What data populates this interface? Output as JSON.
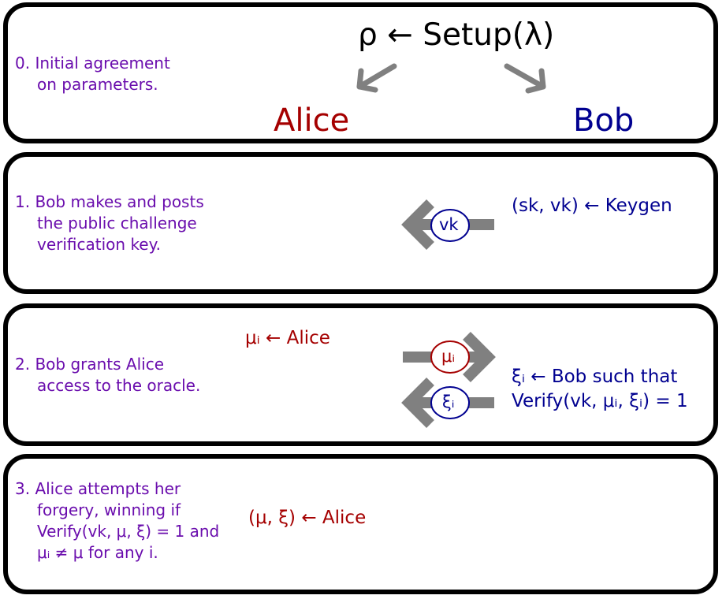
{
  "steps": {
    "s0": [
      "0. Initial agreement",
      "on parameters."
    ],
    "s1": [
      "1. Bob makes and posts",
      "the public challenge",
      "verification key."
    ],
    "s2": [
      "2. Bob grants Alice",
      "access to the oracle."
    ],
    "s3": [
      "3. Alice attempts her",
      "forgery, winning if",
      "Verify(vk, μ, ξ) = 1 and",
      "μᵢ ≠ μ for any i."
    ]
  },
  "setup": "ρ ← Setup(λ)",
  "parties": {
    "alice": "Alice",
    "bob": "Bob"
  },
  "keygen": "(sk, vk) ← Keygen",
  "vk_label": "vk",
  "mu_i_label": "μᵢ",
  "xi_i_label": "ξᵢ",
  "alice_query": "μᵢ ← Alice",
  "bob_response": [
    "ξᵢ ← Bob such that",
    "Verify(vk, μᵢ, ξᵢ) = 1"
  ],
  "forgery": "(μ, ξ) ← Alice",
  "colors": {
    "alice": "#a50000",
    "bob": "#000090",
    "step_text": "#6a0dad",
    "arrow": "#808080",
    "border": "#000000"
  }
}
